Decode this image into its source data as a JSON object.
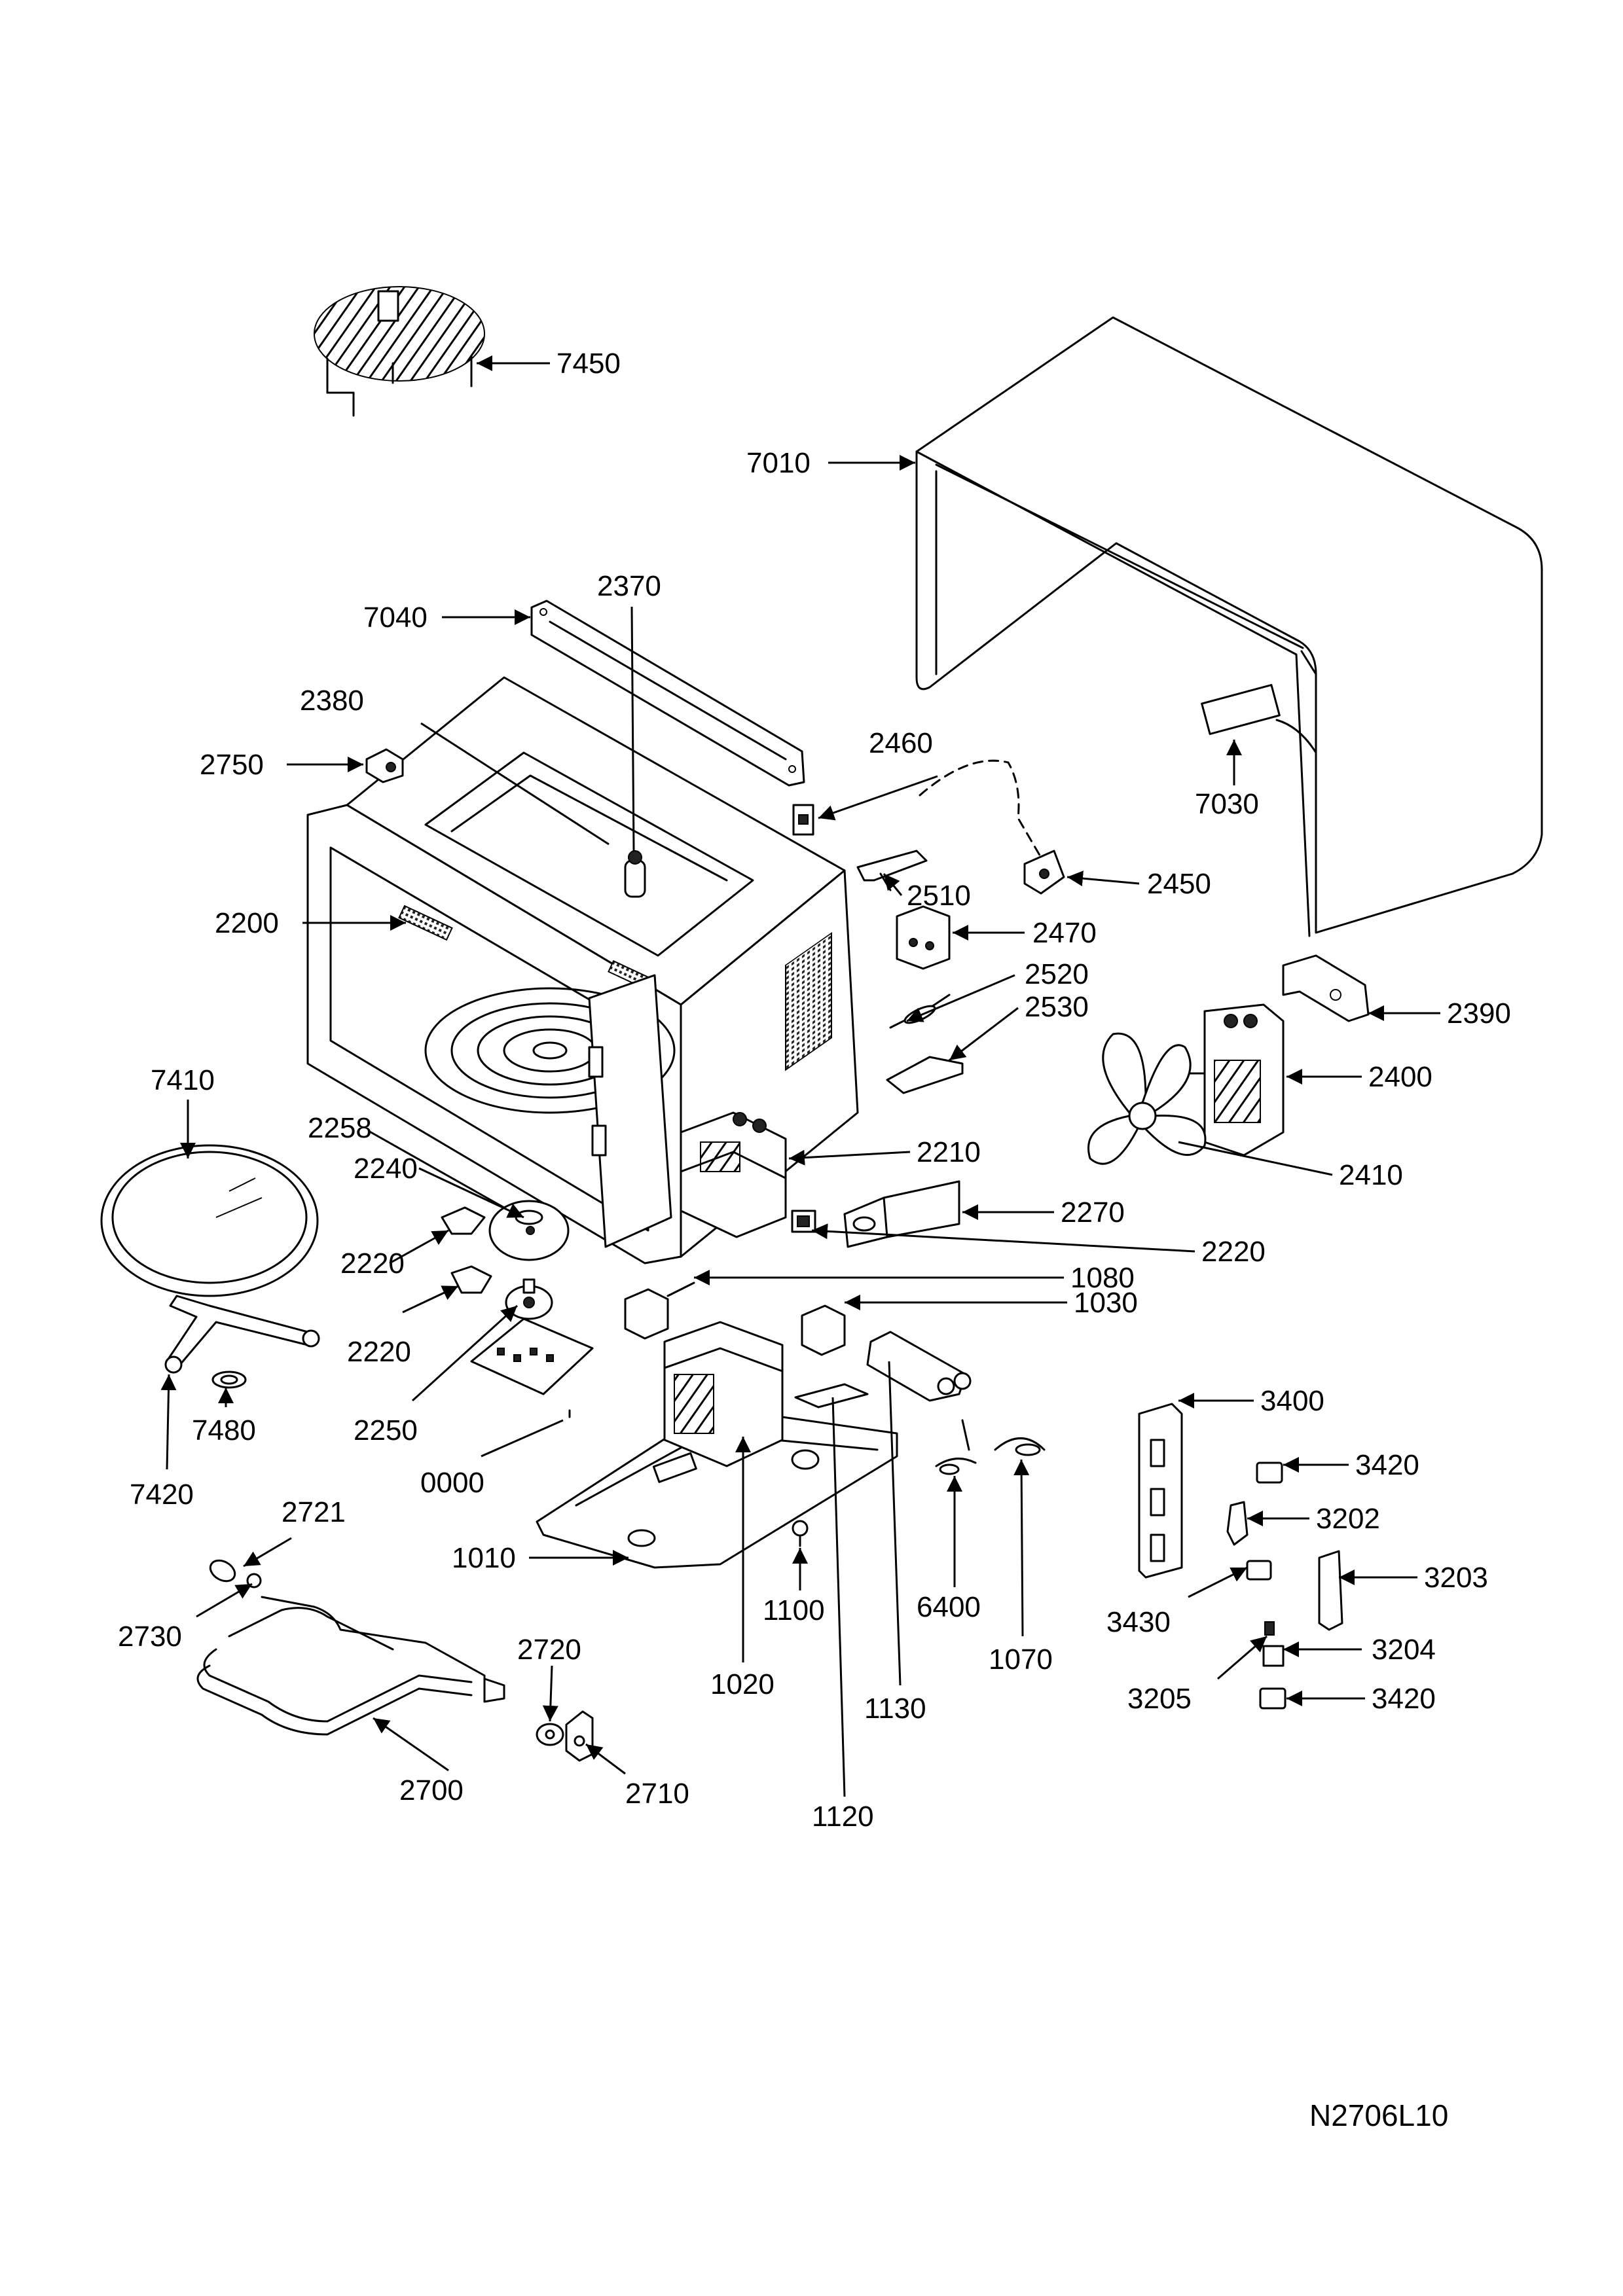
{
  "drawing_ref": "N2706L10",
  "callouts": [
    {
      "id": "7450",
      "text": "7450"
    },
    {
      "id": "7010",
      "text": "7010"
    },
    {
      "id": "7040",
      "text": "7040"
    },
    {
      "id": "2370",
      "text": "2370"
    },
    {
      "id": "2380",
      "text": "2380"
    },
    {
      "id": "2750",
      "text": "2750"
    },
    {
      "id": "2460",
      "text": "2460"
    },
    {
      "id": "7030",
      "text": "7030"
    },
    {
      "id": "2510",
      "text": "2510"
    },
    {
      "id": "2450",
      "text": "2450"
    },
    {
      "id": "2200",
      "text": "2200"
    },
    {
      "id": "2470",
      "text": "2470"
    },
    {
      "id": "2520",
      "text": "2520"
    },
    {
      "id": "2530",
      "text": "2530"
    },
    {
      "id": "2390",
      "text": "2390"
    },
    {
      "id": "2400",
      "text": "2400"
    },
    {
      "id": "7410",
      "text": "7410"
    },
    {
      "id": "2258",
      "text": "2258"
    },
    {
      "id": "2240",
      "text": "2240"
    },
    {
      "id": "2210",
      "text": "2210"
    },
    {
      "id": "2410",
      "text": "2410"
    },
    {
      "id": "2270",
      "text": "2270"
    },
    {
      "id": "2220a",
      "text": "2220"
    },
    {
      "id": "2220b",
      "text": "2220"
    },
    {
      "id": "2220c",
      "text": "2220"
    },
    {
      "id": "1080",
      "text": "1080"
    },
    {
      "id": "1030",
      "text": "1030"
    },
    {
      "id": "7480",
      "text": "7480"
    },
    {
      "id": "2250",
      "text": "2250"
    },
    {
      "id": "7420",
      "text": "7420"
    },
    {
      "id": "0000",
      "text": "0000"
    },
    {
      "id": "3400",
      "text": "3400"
    },
    {
      "id": "3420a",
      "text": "3420"
    },
    {
      "id": "3202",
      "text": "3202"
    },
    {
      "id": "2721",
      "text": "2721"
    },
    {
      "id": "1010",
      "text": "1010"
    },
    {
      "id": "1100",
      "text": "1100"
    },
    {
      "id": "6400",
      "text": "6400"
    },
    {
      "id": "3203",
      "text": "3203"
    },
    {
      "id": "3430",
      "text": "3430"
    },
    {
      "id": "2730",
      "text": "2730"
    },
    {
      "id": "2720",
      "text": "2720"
    },
    {
      "id": "3204",
      "text": "3204"
    },
    {
      "id": "1070",
      "text": "1070"
    },
    {
      "id": "1020",
      "text": "1020"
    },
    {
      "id": "3205",
      "text": "3205"
    },
    {
      "id": "3420b",
      "text": "3420"
    },
    {
      "id": "1130",
      "text": "1130"
    },
    {
      "id": "2710",
      "text": "2710"
    },
    {
      "id": "2700",
      "text": "2700"
    },
    {
      "id": "1120",
      "text": "1120"
    }
  ]
}
